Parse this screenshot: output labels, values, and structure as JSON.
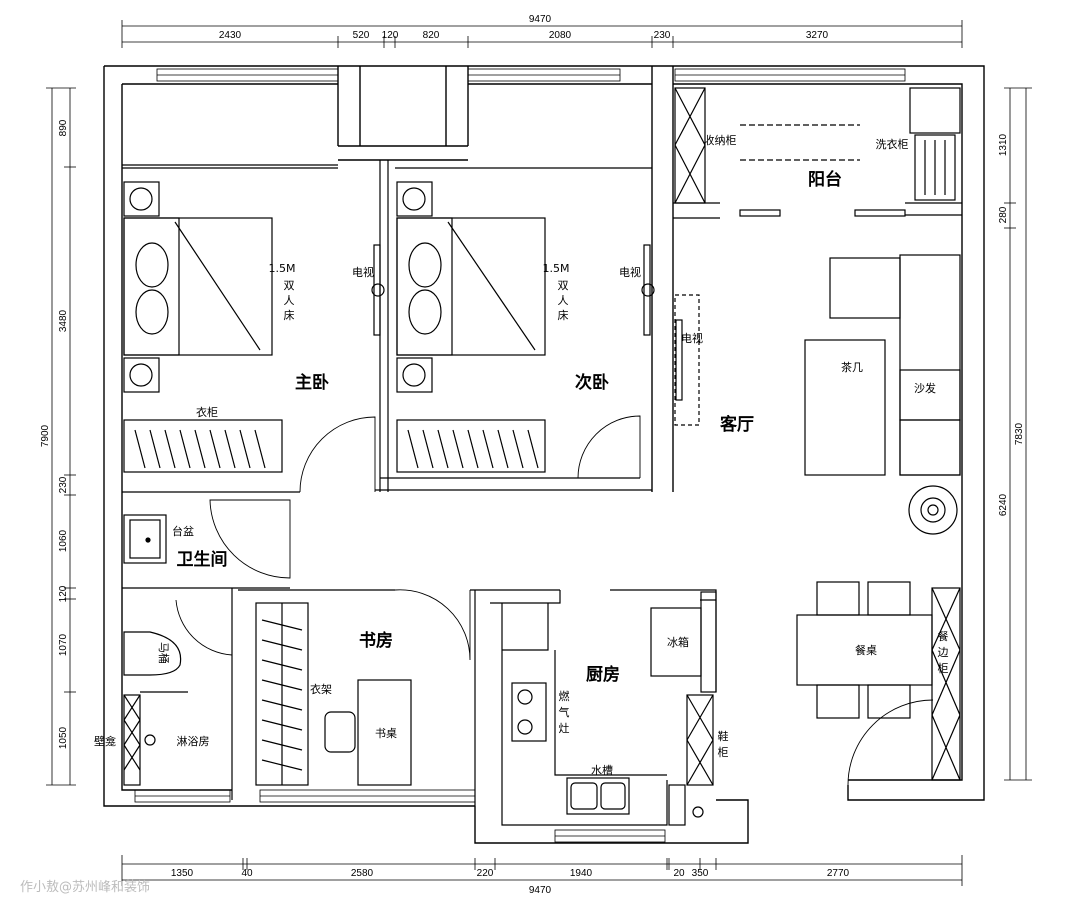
{
  "rooms": {
    "master_bedroom": "主卧",
    "second_bedroom": "次卧",
    "living_room": "客厅",
    "balcony": "阳台",
    "bathroom": "卫生间",
    "study": "书房",
    "kitchen": "厨房"
  },
  "fixtures": {
    "bed_size_1": "1.5M",
    "bed_size_2": "1.5M",
    "bed_chars_1": [
      "双",
      "人",
      "床"
    ],
    "bed_chars_2": [
      "双",
      "人",
      "床"
    ],
    "tv_1": "电视",
    "tv_2": "电视",
    "tv_3": "电视",
    "wardrobe": "衣柜",
    "storage_cabinet": "收纳柜",
    "laundry_cabinet": "洗衣柜",
    "coffee_table": "茶几",
    "sofa": "沙发",
    "basin": "台盆",
    "toilet": "马桶",
    "wall_hung": "壁龛",
    "shower_room": "淋浴房",
    "clothes_rack": "衣架",
    "desk": "书桌",
    "fridge": "冰箱",
    "gas_stove_chars": [
      "燃",
      "气",
      "灶"
    ],
    "sink": "水槽",
    "shoe_cabinet_chars": [
      "鞋",
      "柜"
    ],
    "dining_table": "餐桌",
    "sideboard_chars": [
      "餐",
      "边",
      "柜"
    ]
  },
  "dimensions": {
    "top_total": "9470",
    "top": [
      "2430",
      "520",
      "120",
      "820",
      "2080",
      "230",
      "3270"
    ],
    "bottom": [
      "1350",
      "40",
      "2580",
      "220",
      "1940",
      "20",
      "350",
      "2770"
    ],
    "bottom_total": "9470",
    "left_total": "7900",
    "left": [
      "890",
      "3480",
      "230",
      "1060",
      "120",
      "1070",
      "1050"
    ],
    "right": [
      "1310",
      "280",
      "6240"
    ],
    "right_total": "7830"
  },
  "watermark": "作小敖@苏州峰和装饰"
}
